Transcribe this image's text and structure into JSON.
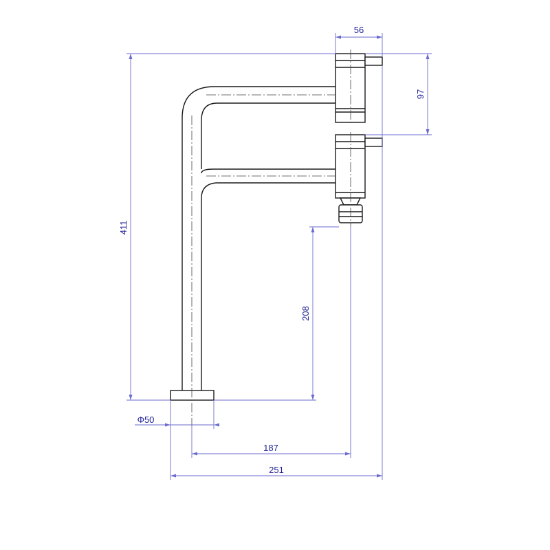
{
  "dimensions": {
    "handle_width": "56",
    "handle_spacing": "97",
    "total_height": "411",
    "spout_height": "208",
    "base_diameter": "Φ50",
    "spout_reach": "187",
    "total_depth": "251"
  },
  "colors": {
    "outline": "#1a1a1a",
    "dimension_line": "#6b6bcf",
    "dimension_text": "#22229a"
  }
}
